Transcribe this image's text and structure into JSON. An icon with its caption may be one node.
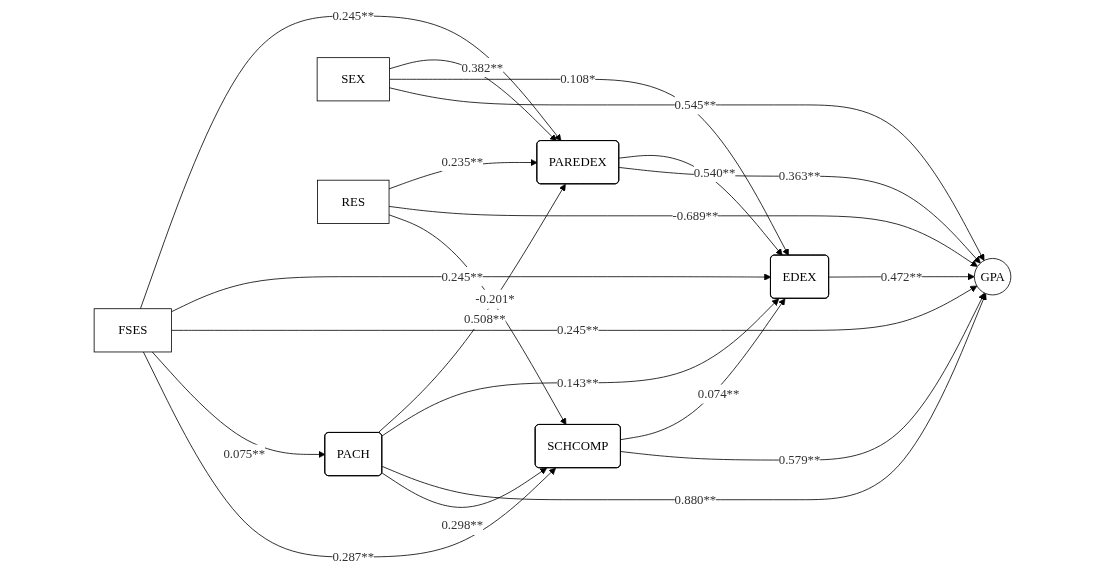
{
  "diagram": {
    "nodes": [
      {
        "text": [
          "FSES"
        ]
      },
      {
        "text": [
          "RES"
        ]
      },
      {
        "text": [
          "SEX"
        ]
      },
      {
        "text": [
          "PAREDEX"
        ]
      },
      {
        "text": [
          "PACH"
        ]
      },
      {
        "text": [
          "EDEX"
        ]
      },
      {
        "text": [
          "SCHCOMP"
        ]
      },
      {
        "text": [
          "GPA"
        ]
      }
    ],
    "edges": [
      {
        "from": 0,
        "to": 3,
        "arrow": "to",
        "label": "0.245**"
      },
      {
        "from": 0,
        "to": 5,
        "arrow": "to",
        "label": "0.245**"
      },
      {
        "from": 0,
        "to": 7,
        "arrow": "to",
        "label": "0.245**"
      },
      {
        "from": 0,
        "to": 4,
        "arrow": "to",
        "label": "0.075**"
      },
      {
        "from": 0,
        "to": 6,
        "arrow": "to",
        "label": "0.287**"
      },
      {
        "from": 1,
        "to": 3,
        "arrow": "to",
        "label": "0.235**"
      },
      {
        "from": 1,
        "to": 7,
        "arrow": "to",
        "label": "-0.689**"
      },
      {
        "from": 1,
        "to": 6,
        "arrow": "to",
        "label": "-0.201*"
      },
      {
        "from": 2,
        "to": 3,
        "arrow": "to",
        "label": "0.382**"
      },
      {
        "from": 2,
        "to": 5,
        "arrow": "to",
        "label": "0.108*"
      },
      {
        "from": 2,
        "to": 7,
        "arrow": "to",
        "label": "0.545**"
      },
      {
        "from": 4,
        "to": 3,
        "arrow": "to",
        "label": "0.508**"
      },
      {
        "from": 4,
        "to": 5,
        "arrow": "to",
        "label": "0.143**"
      },
      {
        "from": 4,
        "to": 7,
        "arrow": "to",
        "label": "0.880**"
      },
      {
        "from": 4,
        "to": 6,
        "arrow": "to",
        "label": "0.298**"
      },
      {
        "from": 3,
        "to": 5,
        "arrow": "to",
        "label": "0.540**"
      },
      {
        "from": 3,
        "to": 7,
        "arrow": "to",
        "label": "0.363**"
      },
      {
        "from": 5,
        "to": 7,
        "arrow": "to",
        "label": "0.472**"
      },
      {
        "from": 6,
        "to": 5,
        "arrow": "to",
        "label": "0.074**"
      },
      {
        "from": 6,
        "to": 7,
        "arrow": "to",
        "label": "0.579**"
      }
    ]
  }
}
